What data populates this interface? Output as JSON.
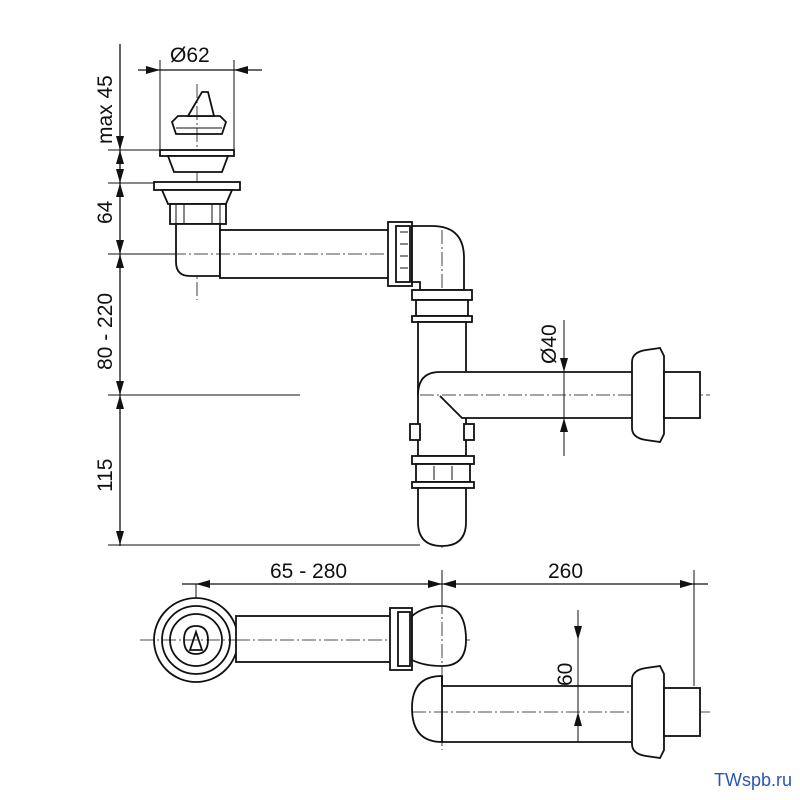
{
  "dimensions": {
    "top_diameter": "Ø62",
    "max_height": "max 45",
    "height_64": "64",
    "adjust_range": "80 - 220",
    "height_115": "115",
    "pipe_diameter": "Ø40",
    "horizontal_range": "65 - 280",
    "width_260": "260",
    "offset_60": "60"
  },
  "watermark": "TWspb.ru"
}
